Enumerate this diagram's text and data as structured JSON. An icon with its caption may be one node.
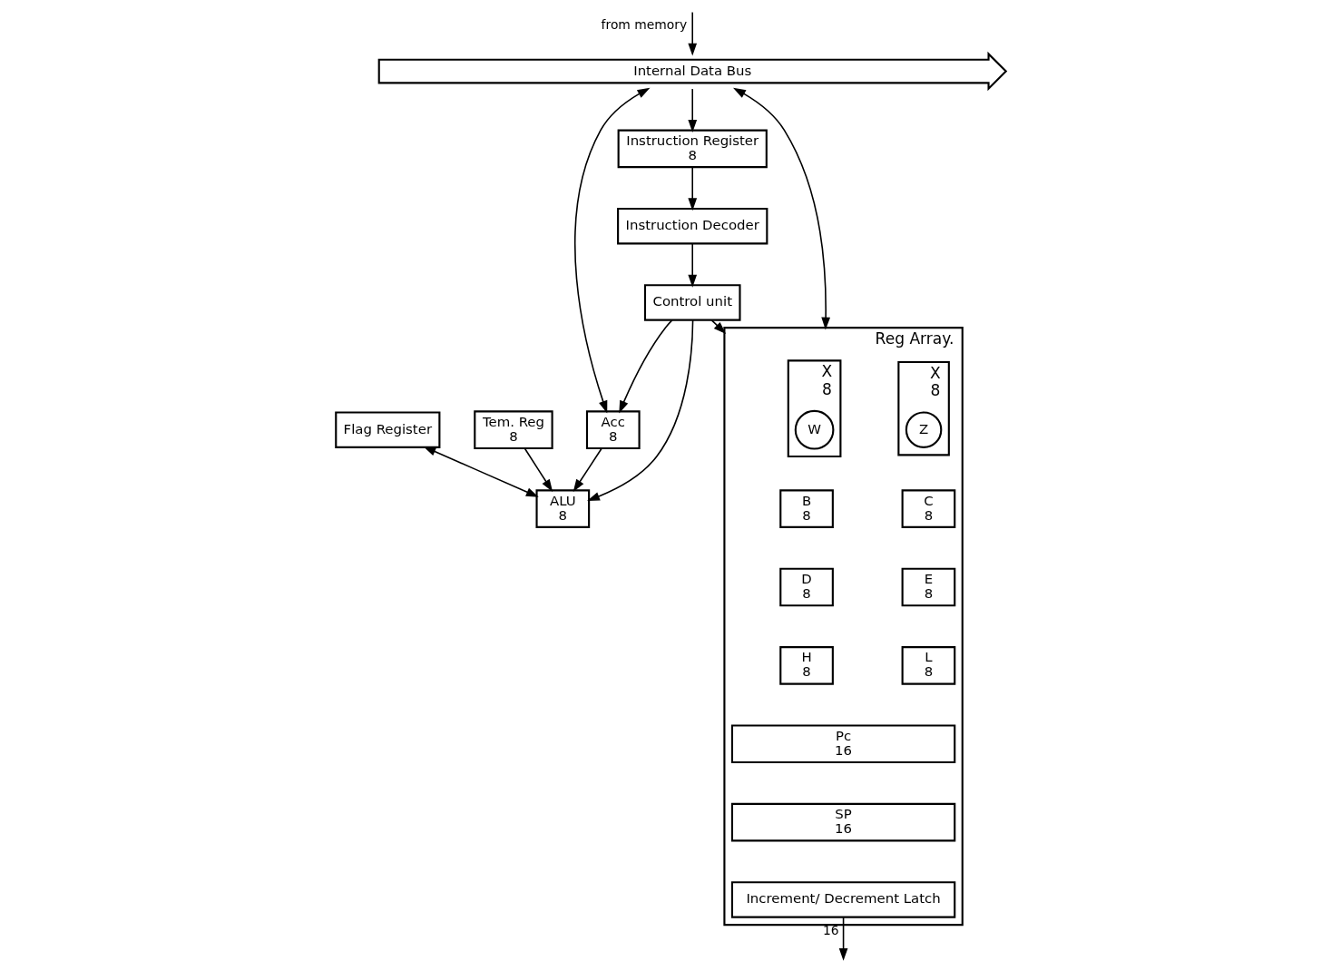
{
  "diagram": {
    "nodes": [
      {
        "text": [
          "Internal Data Bus"
        ]
      },
      {
        "text": [
          "Flag Register"
        ]
      },
      {
        "text": [
          "Acc",
          "8"
        ]
      },
      {
        "text": [
          "ALU",
          "8"
        ]
      },
      {
        "text": [
          "Tem. Reg",
          "8"
        ]
      },
      {
        "text": [
          "Control unit"
        ]
      },
      {
        "text": [
          "Instruction Register",
          "8"
        ]
      },
      {
        "text": [
          "Instruction Decoder"
        ]
      },
      {
        "text": [
          "Reg Array."
        ]
      },
      {
        "text": [
          "X",
          "8"
        ],
        "in": 8
      },
      {
        "text": [
          "W"
        ],
        "in": 9
      },
      {
        "text": [
          "X",
          "8"
        ],
        "in": 8
      },
      {
        "text": [
          "Z"
        ],
        "in": 11
      },
      {
        "text": [
          "B",
          "8"
        ],
        "in": 8
      },
      {
        "text": [
          "C",
          "8"
        ],
        "in": 8
      },
      {
        "text": [
          "D",
          "8"
        ],
        "in": 8
      },
      {
        "text": [
          "E",
          "8"
        ],
        "in": 8
      },
      {
        "text": [
          "H",
          "8"
        ],
        "in": 8
      },
      {
        "text": [
          "L",
          "8"
        ],
        "in": 8
      },
      {
        "text": [
          "Pc",
          "16"
        ],
        "in": 8
      },
      {
        "text": [
          "SP",
          "16"
        ],
        "in": 8
      },
      {
        "text": [
          "Increment/ Decrement Latch"
        ],
        "in": 8
      }
    ],
    "edges": [
      {
        "from": null,
        "to": 0,
        "arrow": "to",
        "label": "from memory"
      },
      {
        "from": 0,
        "to": 2,
        "arrow": "both"
      },
      {
        "from": 1,
        "to": 3,
        "arrow": "both"
      },
      {
        "from": 0,
        "to": 6,
        "arrow": "to"
      },
      {
        "from": 6,
        "to": 7,
        "arrow": "to"
      },
      {
        "from": 0,
        "to": 8,
        "arrow": "both"
      },
      {
        "from": 2,
        "to": 3,
        "arrow": "to"
      },
      {
        "from": 4,
        "to": 3,
        "arrow": "to"
      },
      {
        "from": 5,
        "to": 3,
        "arrow": "to"
      },
      {
        "from": 5,
        "to": 2,
        "arrow": "to"
      },
      {
        "from": 7,
        "to": 5,
        "arrow": "to"
      },
      {
        "from": 5,
        "to": 8,
        "arrow": "to"
      },
      {
        "from": 21,
        "to": null,
        "arrow": "to",
        "label": "16"
      }
    ]
  }
}
